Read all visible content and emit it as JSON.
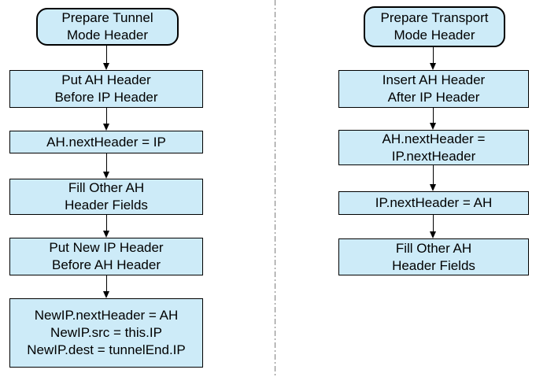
{
  "diagram": {
    "left": {
      "nodes": [
        {
          "label": "Prepare Tunnel\nMode Header"
        },
        {
          "label": "Put AH Header\nBefore IP Header"
        },
        {
          "label": "AH.nextHeader = IP"
        },
        {
          "label": "Fill Other AH\nHeader Fields"
        },
        {
          "label": "Put New IP Header\nBefore AH Header"
        },
        {
          "label": "NewIP.nextHeader = AH\nNewIP.src = this.IP\nNewIP.dest = tunnelEnd.IP"
        }
      ]
    },
    "right": {
      "nodes": [
        {
          "label": "Prepare Transport\nMode Header"
        },
        {
          "label": "Insert AH Header\nAfter IP Header"
        },
        {
          "label": "AH.nextHeader =\nIP.nextHeader"
        },
        {
          "label": "IP.nextHeader = AH"
        },
        {
          "label": "Fill Other AH\nHeader Fields"
        }
      ]
    },
    "colors": {
      "node_fill": "#cdebf8",
      "node_border": "#000000",
      "arrow": "#000000",
      "divider": "#7f7f7f",
      "background": "#ffffff"
    }
  }
}
